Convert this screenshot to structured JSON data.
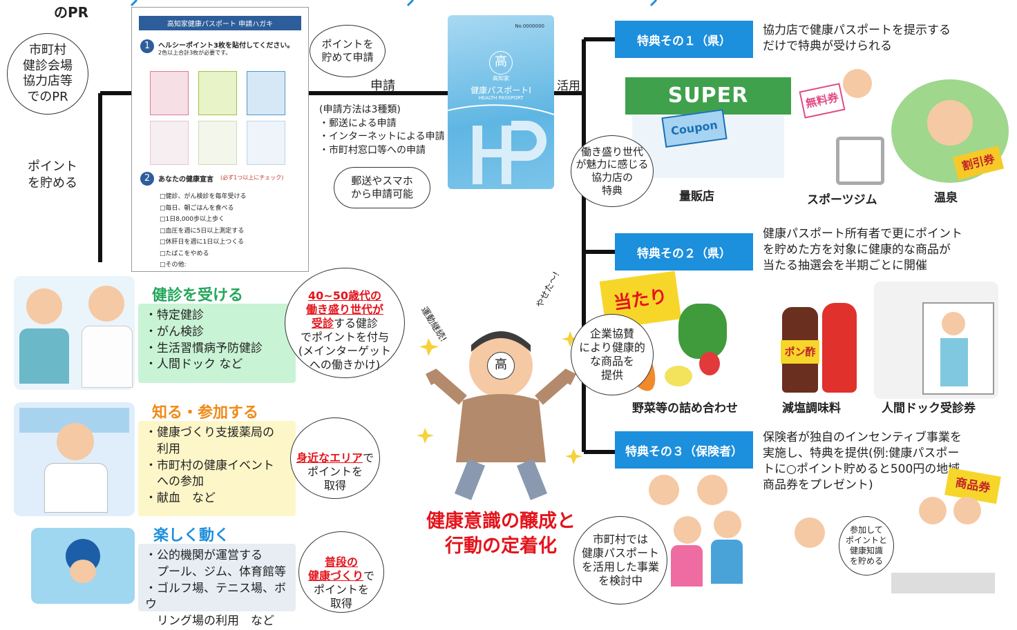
{
  "top": {
    "pr_title": "のPR",
    "pr_bubble": "市町村\n健診会場\n協力店等\nでのPR",
    "left_label": "ポイント\nを貯める"
  },
  "card": {
    "header": "高知家健康パスポート 申請ハガキ",
    "step1": "ヘルシーポイント3枚を貼付してください。",
    "step1_sub": "2色以上合計3枚が必要です。",
    "step2": "あなたの健康宣言",
    "step2_sub": "(必ず1つ以上にチェック)",
    "checklist": [
      "□健診、がん検診を毎年受ける",
      "□毎日、朝ごはんを食べる",
      "□1日8,000歩以上歩く",
      "□血圧を週に5日以上測定する",
      "□休肝日を週に1日以上つくる",
      "□たばこをやめる",
      "□その他:"
    ],
    "bubble": "ポイントを\n貯めて申請"
  },
  "apply": {
    "label": "申請",
    "methods": "(申請方法は3種類)\n・郵送による申請\n・インターネットによる申請\n・市町村窓口等への申請",
    "bubble": "郵送やスマホ\nから申請可能"
  },
  "passport": {
    "no": "No.0000000",
    "emblem": "高",
    "emblem_sub": "高知家",
    "title": "健康パスポートⅠ",
    "subtitle": "HEALTH PASSPORT",
    "use_label": "活用"
  },
  "left_sections": [
    {
      "heading": "健診を受ける",
      "items": "・特定健診\n・がん検診\n・生活習慣病予防健診\n・人間ドック など"
    },
    {
      "heading": "知る・参加する",
      "items": "・健康づくり支援薬局の\n　利用\n・市町村の健康イベント\n　への参加\n・献血　など"
    },
    {
      "heading": "楽しく動く",
      "items": "・公的機関が運営する\n　プール、ジム、体育館等\n・ゴルフ場、テニス場、ボウ\n　リング場の利用　など"
    }
  ],
  "bubbles_mid": {
    "b1_red": "40~50歳代の\n働き盛り世代が\n受診",
    "b1_rest": "する健診\nでポイントを付与\n(メインターゲット\nへの働きかけ)",
    "b2_red": "身近なエリア",
    "b2_rest": "でポイントを\n取得",
    "b3_red": "普段の\n健康づくり",
    "b3_rest": "で\nポイントを\n取得"
  },
  "center": {
    "shout_left": "運動継続!",
    "shout_right": "やせた〜!",
    "man_emblem": "高",
    "slogan": "健康意識の醸成と\n行動の定着化"
  },
  "benefits": [
    {
      "label": "特典その１（県）",
      "desc": "協力店で健康パスポートを提示する\nだけで特典が受けられる",
      "captions": [
        "量販店",
        "スポーツジム",
        "温泉"
      ],
      "bubble": "働き盛り世代\nが魅力に感じる\n協力店の\n特典",
      "img_text": [
        "SUPER MARKET",
        "Coupon",
        "無料券",
        "割引券"
      ]
    },
    {
      "label": "特典その２（県）",
      "desc": "健康パスポート所有者で更にポイント\nを貯めた方を対象に健康的な商品が\n当たる抽選会を半期ごとに開催",
      "captions": [
        "野菜等の詰め合わせ",
        "減塩調味料",
        "人間ドック受診券"
      ],
      "bubble": "企業協賛\nにより健康的\nな商品を\n提供",
      "img_text": [
        "当たり",
        "ポン酢"
      ]
    },
    {
      "label": "特典その３（保険者）",
      "desc": "保険者が独自のインセンティブ事業を\n実施し、特典を提供(例:健康パスポー\nトに○ポイント貯めると500円の地域\n商品券をプレゼント)",
      "captions": [],
      "bubble": "市町村では\n健康パスポート\nを活用した事業\nを検討中",
      "bubble2": "参加して\nポイントと\n健康知識\nを貯める",
      "img_text": [
        "商品券"
      ]
    }
  ],
  "colors": {
    "blue": "#1c8fdd",
    "red": "#e4131b",
    "green_box": "#c9f3d5",
    "yellow_box": "#fdf6c8",
    "gray_box": "#e8edf4"
  }
}
